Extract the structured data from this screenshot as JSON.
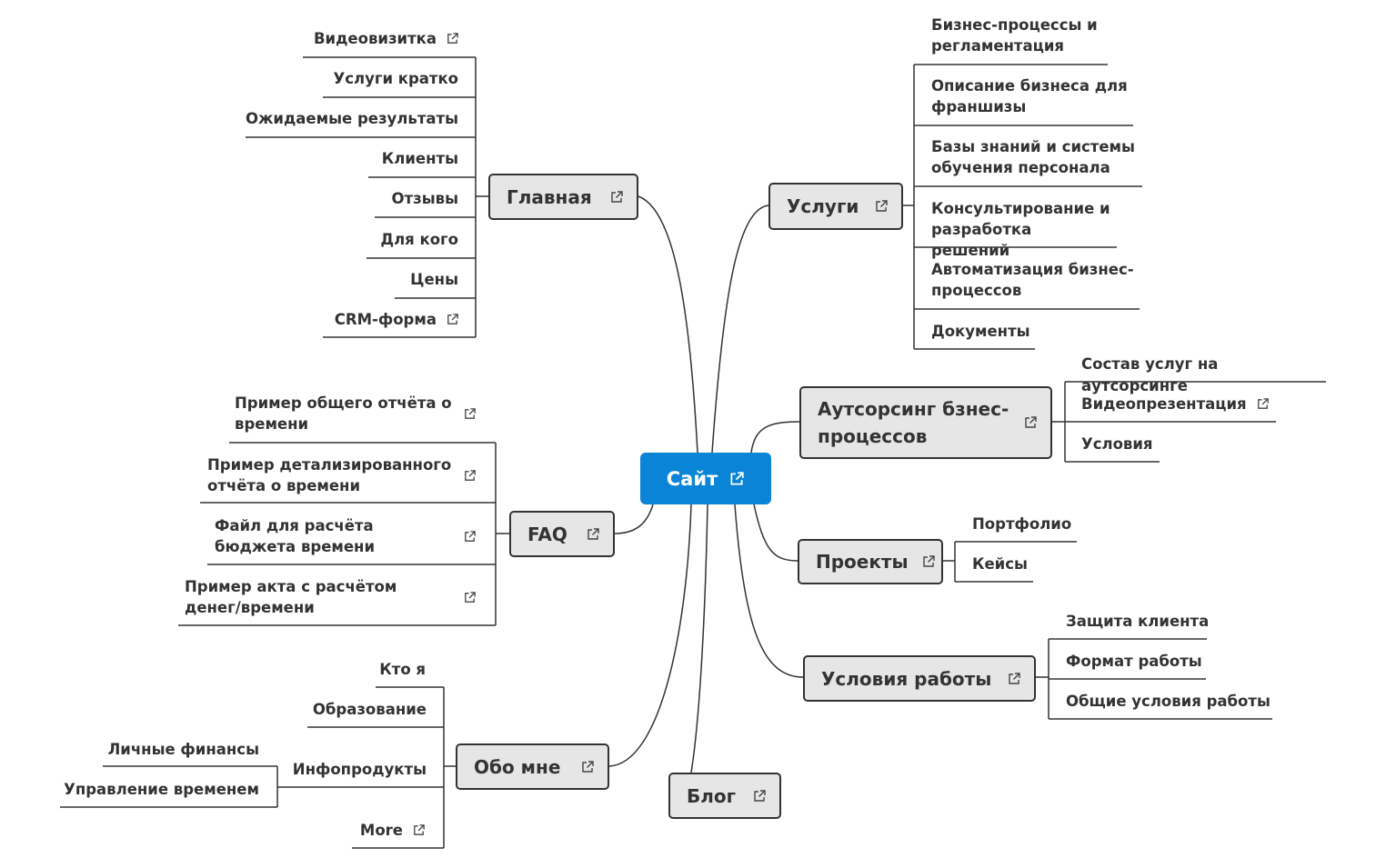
{
  "central": {
    "label": "Сайт",
    "color": "#0a84d6"
  },
  "branches": {
    "glavnaya": {
      "label": "Главная",
      "items": [
        "Видеовизитка",
        "Услуги кратко",
        "Ожидаемые результаты",
        "Клиенты",
        "Отзывы",
        "Для кого",
        "Цены",
        "CRM-форма"
      ]
    },
    "faq": {
      "label": "FAQ",
      "items": [
        "Пример общего отчёта о времени",
        "Пример детализированного отчёта о времени",
        "Файл для расчёта бюджета времени",
        "Пример акта с расчётом денег/времени"
      ]
    },
    "obo_mne": {
      "label": "Обо мне",
      "items": [
        "Кто я",
        "Образование",
        "Инфопродукты",
        "More"
      ],
      "infoproducts": [
        "Личные финансы",
        "Управление временем"
      ]
    },
    "blog": {
      "label": "Блог"
    },
    "uslugi": {
      "label": "Услуги",
      "items": [
        "Бизнес-процессы и регламентация",
        "Описание бизнеса для франшизы",
        "Базы знаний и системы обучения персонала",
        "Консультирование и разработка решений",
        "Автоматизация бизнес-процессов",
        "Документы"
      ]
    },
    "outsourcing": {
      "label": "Аутсорсинг бзнес-процессов",
      "items": [
        "Состав услуг на аутсорсинге",
        "Видеопрезентация",
        "Условия"
      ]
    },
    "proekty": {
      "label": "Проекты",
      "items": [
        "Портфолио",
        "Кейсы"
      ]
    },
    "usloviya": {
      "label": "Условия работы",
      "items": [
        "Защита клиента",
        "Формат работы",
        "Общие условия работы"
      ]
    }
  }
}
